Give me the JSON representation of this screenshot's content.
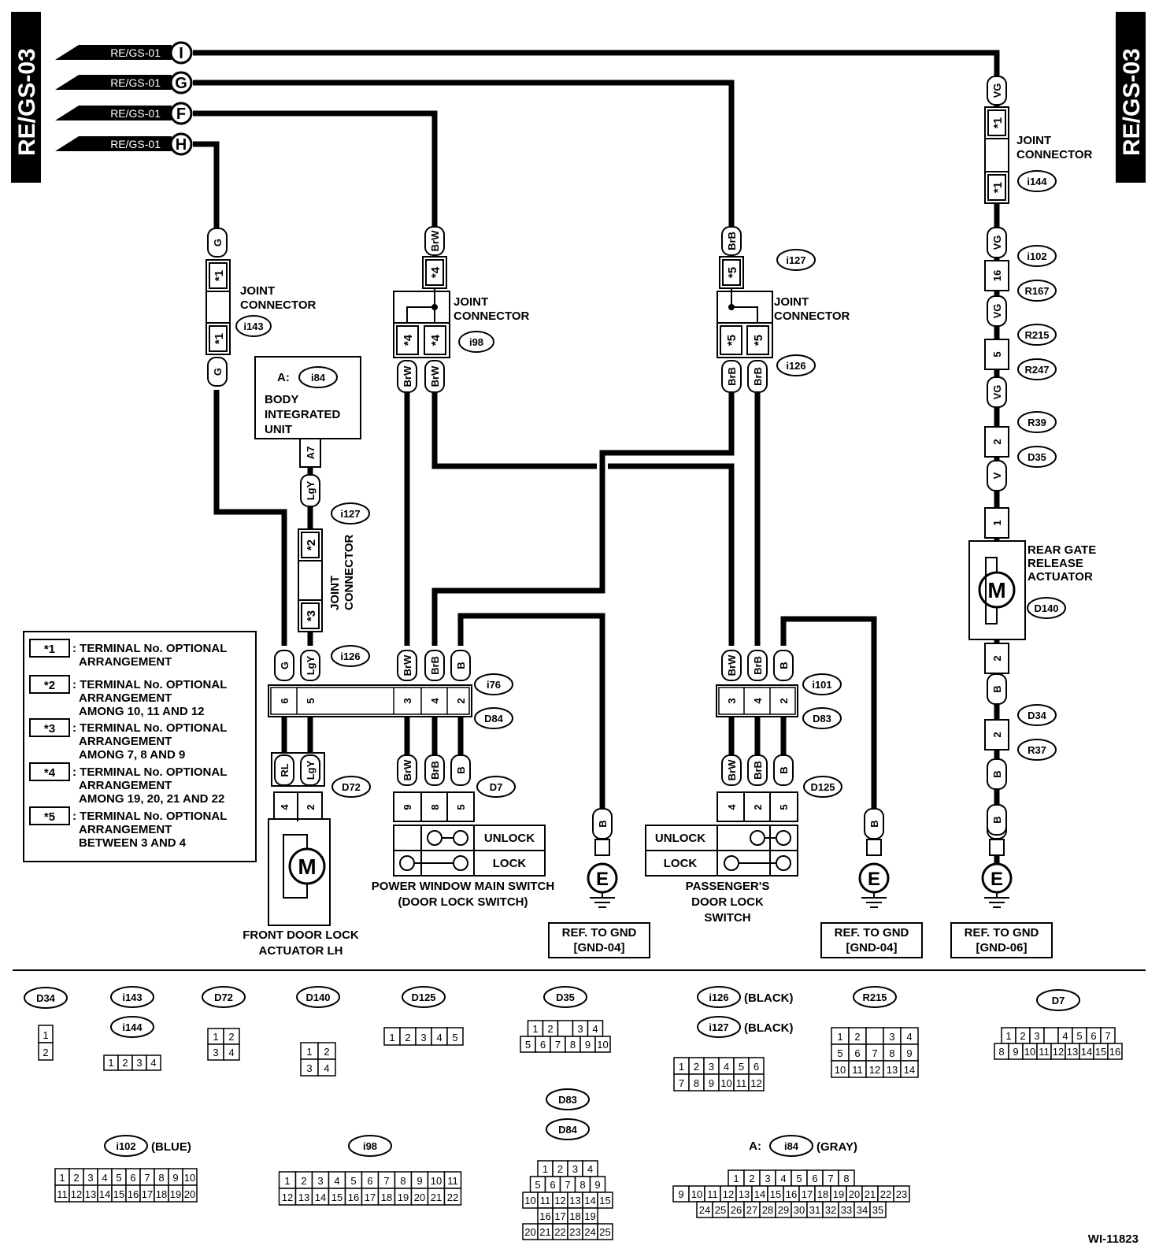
{
  "page": {
    "left_tag": "RE/GS-03",
    "right_tag": "RE/GS-03",
    "figure_id": "WI-11823"
  },
  "inputs": [
    {
      "ref": "RE/GS-01",
      "letter": "I"
    },
    {
      "ref": "RE/GS-01",
      "letter": "G"
    },
    {
      "ref": "RE/GS-01",
      "letter": "F"
    },
    {
      "ref": "RE/GS-01",
      "letter": "H"
    }
  ],
  "components": {
    "jc_i143": {
      "title": "JOINT\nCONNECTOR",
      "code": "i143",
      "pin_top": "*1",
      "pin_bot": "*1",
      "wire": "G"
    },
    "jc_i98": {
      "title": "JOINT\nCONNECTOR",
      "code": "i98",
      "pin_top": "*4",
      "pins": [
        "*4",
        "*4"
      ],
      "wire": "BrW"
    },
    "jc_i126_127": {
      "title": "JOINT\nCONNECTOR",
      "code_top": "i127",
      "code_bot": "i126",
      "pin_top": "*5",
      "pins": [
        "*5",
        "*5"
      ],
      "wire": "BrB"
    },
    "jc_i144": {
      "title": "JOINT\nCONNECTOR",
      "code": "i144",
      "pin_top": "*1",
      "pin_bot": "*1",
      "wire": "VG"
    },
    "jc_vertical": {
      "title": "JOINT\nCONNECTOR",
      "code_top": "i127",
      "code_bot": "i126",
      "pin_top": "*2",
      "pin_bot": "*3"
    },
    "body_unit": {
      "prefix": "A:",
      "code": "i84",
      "name": "BODY\nINTEGRATED\nUNIT",
      "pin": "A7",
      "wire": "LgY"
    },
    "fdl_actuator": {
      "name": "FRONT DOOR LOCK\nACTUATOR LH",
      "code": "D72",
      "pins": [
        "4",
        "2"
      ],
      "wires": [
        "RL",
        "LgY"
      ],
      "motor": "M"
    },
    "pw_switch": {
      "name": "POWER WINDOW MAIN SWITCH\n(DOOR LOCK SWITCH)",
      "code": "D7",
      "pins": [
        "9",
        "8",
        "5"
      ],
      "wires": [
        "BrW",
        "BrB",
        "B"
      ],
      "unlock": "UNLOCK",
      "lock": "LOCK"
    },
    "conn_i76": {
      "code_top": "i76",
      "code_bot": "D84",
      "pins": [
        "6",
        "5",
        "3",
        "4",
        "2"
      ],
      "wires_top": [
        "G",
        "LgY",
        "BrW",
        "BrB",
        "B"
      ]
    },
    "conn_i101": {
      "code_top": "i101",
      "code_bot": "D83",
      "pins": [
        "3",
        "4",
        "2"
      ],
      "wires_top": [
        "BrW",
        "BrB",
        "B"
      ]
    },
    "pdl_switch": {
      "name": "PASSENGER'S\nDOOR LOCK\nSWITCH",
      "code": "D125",
      "pins": [
        "4",
        "2",
        "5"
      ],
      "wires": [
        "BrW",
        "BrB",
        "B"
      ],
      "unlock": "UNLOCK",
      "lock": "LOCK"
    },
    "rg_actuator": {
      "name": "REAR GATE\nRELEASE\nACTUATOR",
      "code": "D140",
      "motor": "M"
    },
    "rg_chain": [
      {
        "wire": "VG"
      },
      {
        "pin": "16",
        "codes": [
          "i102",
          "R167"
        ]
      },
      {
        "wire": "VG"
      },
      {
        "pin": "5",
        "codes": [
          "R215",
          "R247"
        ]
      },
      {
        "wire": "VG"
      },
      {
        "pin": "2",
        "codes": [
          "R39",
          "D35"
        ]
      },
      {
        "wire": "V"
      },
      {
        "pin": "1"
      },
      {
        "pin": "2"
      },
      {
        "wire": "B"
      },
      {
        "pin": "2",
        "codes": [
          "D34",
          "R37"
        ]
      },
      {
        "wire": "B"
      },
      {
        "wire": "B"
      }
    ],
    "grounds": [
      {
        "ref": "REF. TO GND\n[GND-04]",
        "wire": "B",
        "symbol": "E"
      },
      {
        "ref": "REF. TO GND\n[GND-04]",
        "wire": "B",
        "symbol": "E"
      },
      {
        "ref": "REF. TO GND\n[GND-06]",
        "wire": "B",
        "symbol": "E"
      }
    ]
  },
  "legend": [
    {
      "mark": "*1",
      "text": ": TERMINAL No. OPTIONAL\n  ARRANGEMENT"
    },
    {
      "mark": "*2",
      "text": ": TERMINAL No. OPTIONAL\n  ARRANGEMENT\n  AMONG 10, 11 AND 12"
    },
    {
      "mark": "*3",
      "text": ": TERMINAL No. OPTIONAL\n  ARRANGEMENT\n  AMONG 7, 8 AND 9"
    },
    {
      "mark": "*4",
      "text": ": TERMINAL No. OPTIONAL\n  ARRANGEMENT\n  AMONG 19, 20, 21 AND 22"
    },
    {
      "mark": "*5",
      "text": ": TERMINAL No. OPTIONAL\n  ARRANGEMENT\n  BETWEEN 3 AND 4"
    }
  ],
  "connector_views": [
    {
      "codes": [
        "D34"
      ],
      "rows": [
        [
          "1"
        ],
        [
          "2"
        ]
      ]
    },
    {
      "codes": [
        "i143",
        "i144"
      ],
      "rows": [
        [
          "1",
          "2",
          "3",
          "4"
        ]
      ]
    },
    {
      "codes": [
        "D72"
      ],
      "rows": [
        [
          "1",
          "2"
        ],
        [
          "3",
          "4"
        ]
      ]
    },
    {
      "codes": [
        "D140"
      ],
      "rows": [
        [
          "1",
          "2"
        ],
        [
          "3",
          "4"
        ]
      ]
    },
    {
      "codes": [
        "D125"
      ],
      "rows": [
        [
          "1",
          "2",
          "3",
          "4",
          "5"
        ]
      ]
    },
    {
      "codes": [
        "D35"
      ],
      "rows": [
        [
          "1",
          "2",
          "",
          "3",
          "4"
        ],
        [
          "5",
          "6",
          "7",
          "8",
          "9",
          "10"
        ]
      ]
    },
    {
      "codes": [
        "i126",
        "i127"
      ],
      "notes": [
        "(BLACK)",
        "(BLACK)"
      ],
      "rows": [
        [
          "1",
          "2",
          "3",
          "4",
          "5",
          "6"
        ],
        [
          "7",
          "8",
          "9",
          "10",
          "11",
          "12"
        ]
      ]
    },
    {
      "codes": [
        "R215"
      ],
      "rows": [
        [
          "1",
          "2",
          "",
          "3",
          "4"
        ],
        [
          "5",
          "6",
          "7",
          "8",
          "9"
        ],
        [
          "10",
          "11",
          "12",
          "13",
          "14"
        ]
      ]
    },
    {
      "codes": [
        "D7"
      ],
      "rows": [
        [
          "1",
          "2",
          "3",
          "",
          "4",
          "5",
          "6",
          "7"
        ],
        [
          "8",
          "9",
          "10",
          "11",
          "12",
          "13",
          "14",
          "15",
          "16"
        ]
      ]
    },
    {
      "codes": [
        "i102"
      ],
      "notes": [
        "(BLUE)"
      ],
      "rows": [
        [
          "1",
          "2",
          "3",
          "4",
          "5",
          "6",
          "7",
          "8",
          "9",
          "10"
        ],
        [
          "11",
          "12",
          "13",
          "14",
          "15",
          "16",
          "17",
          "18",
          "19",
          "20"
        ]
      ]
    },
    {
      "codes": [
        "i98"
      ],
      "rows": [
        [
          "1",
          "2",
          "3",
          "4",
          "5",
          "6",
          "7",
          "8",
          "9",
          "10",
          "11"
        ],
        [
          "12",
          "13",
          "14",
          "15",
          "16",
          "17",
          "18",
          "19",
          "20",
          "21",
          "22"
        ]
      ]
    },
    {
      "codes": [
        "D83",
        "D84"
      ],
      "rows": [
        [
          "1",
          "2",
          "3",
          "4"
        ],
        [
          "5",
          "6",
          "7",
          "8",
          "9"
        ],
        [
          "10",
          "11",
          "12",
          "13",
          "14",
          "15"
        ],
        [
          "16",
          "17",
          "18",
          "19"
        ],
        [
          "20",
          "21",
          "22",
          "23",
          "24",
          "25"
        ]
      ]
    },
    {
      "codes": [
        "i84"
      ],
      "prefix": "A:",
      "notes": [
        "(GRAY)"
      ],
      "rows": [
        [
          "1",
          "2",
          "3",
          "4",
          "5",
          "6",
          "7",
          "8"
        ],
        [
          "9",
          "10",
          "11",
          "12",
          "13",
          "14",
          "15",
          "16",
          "17",
          "18",
          "19",
          "20",
          "21",
          "22",
          "23"
        ],
        [
          "24",
          "25",
          "26",
          "27",
          "28",
          "29",
          "30",
          "31",
          "32",
          "33",
          "34",
          "35"
        ]
      ]
    }
  ]
}
